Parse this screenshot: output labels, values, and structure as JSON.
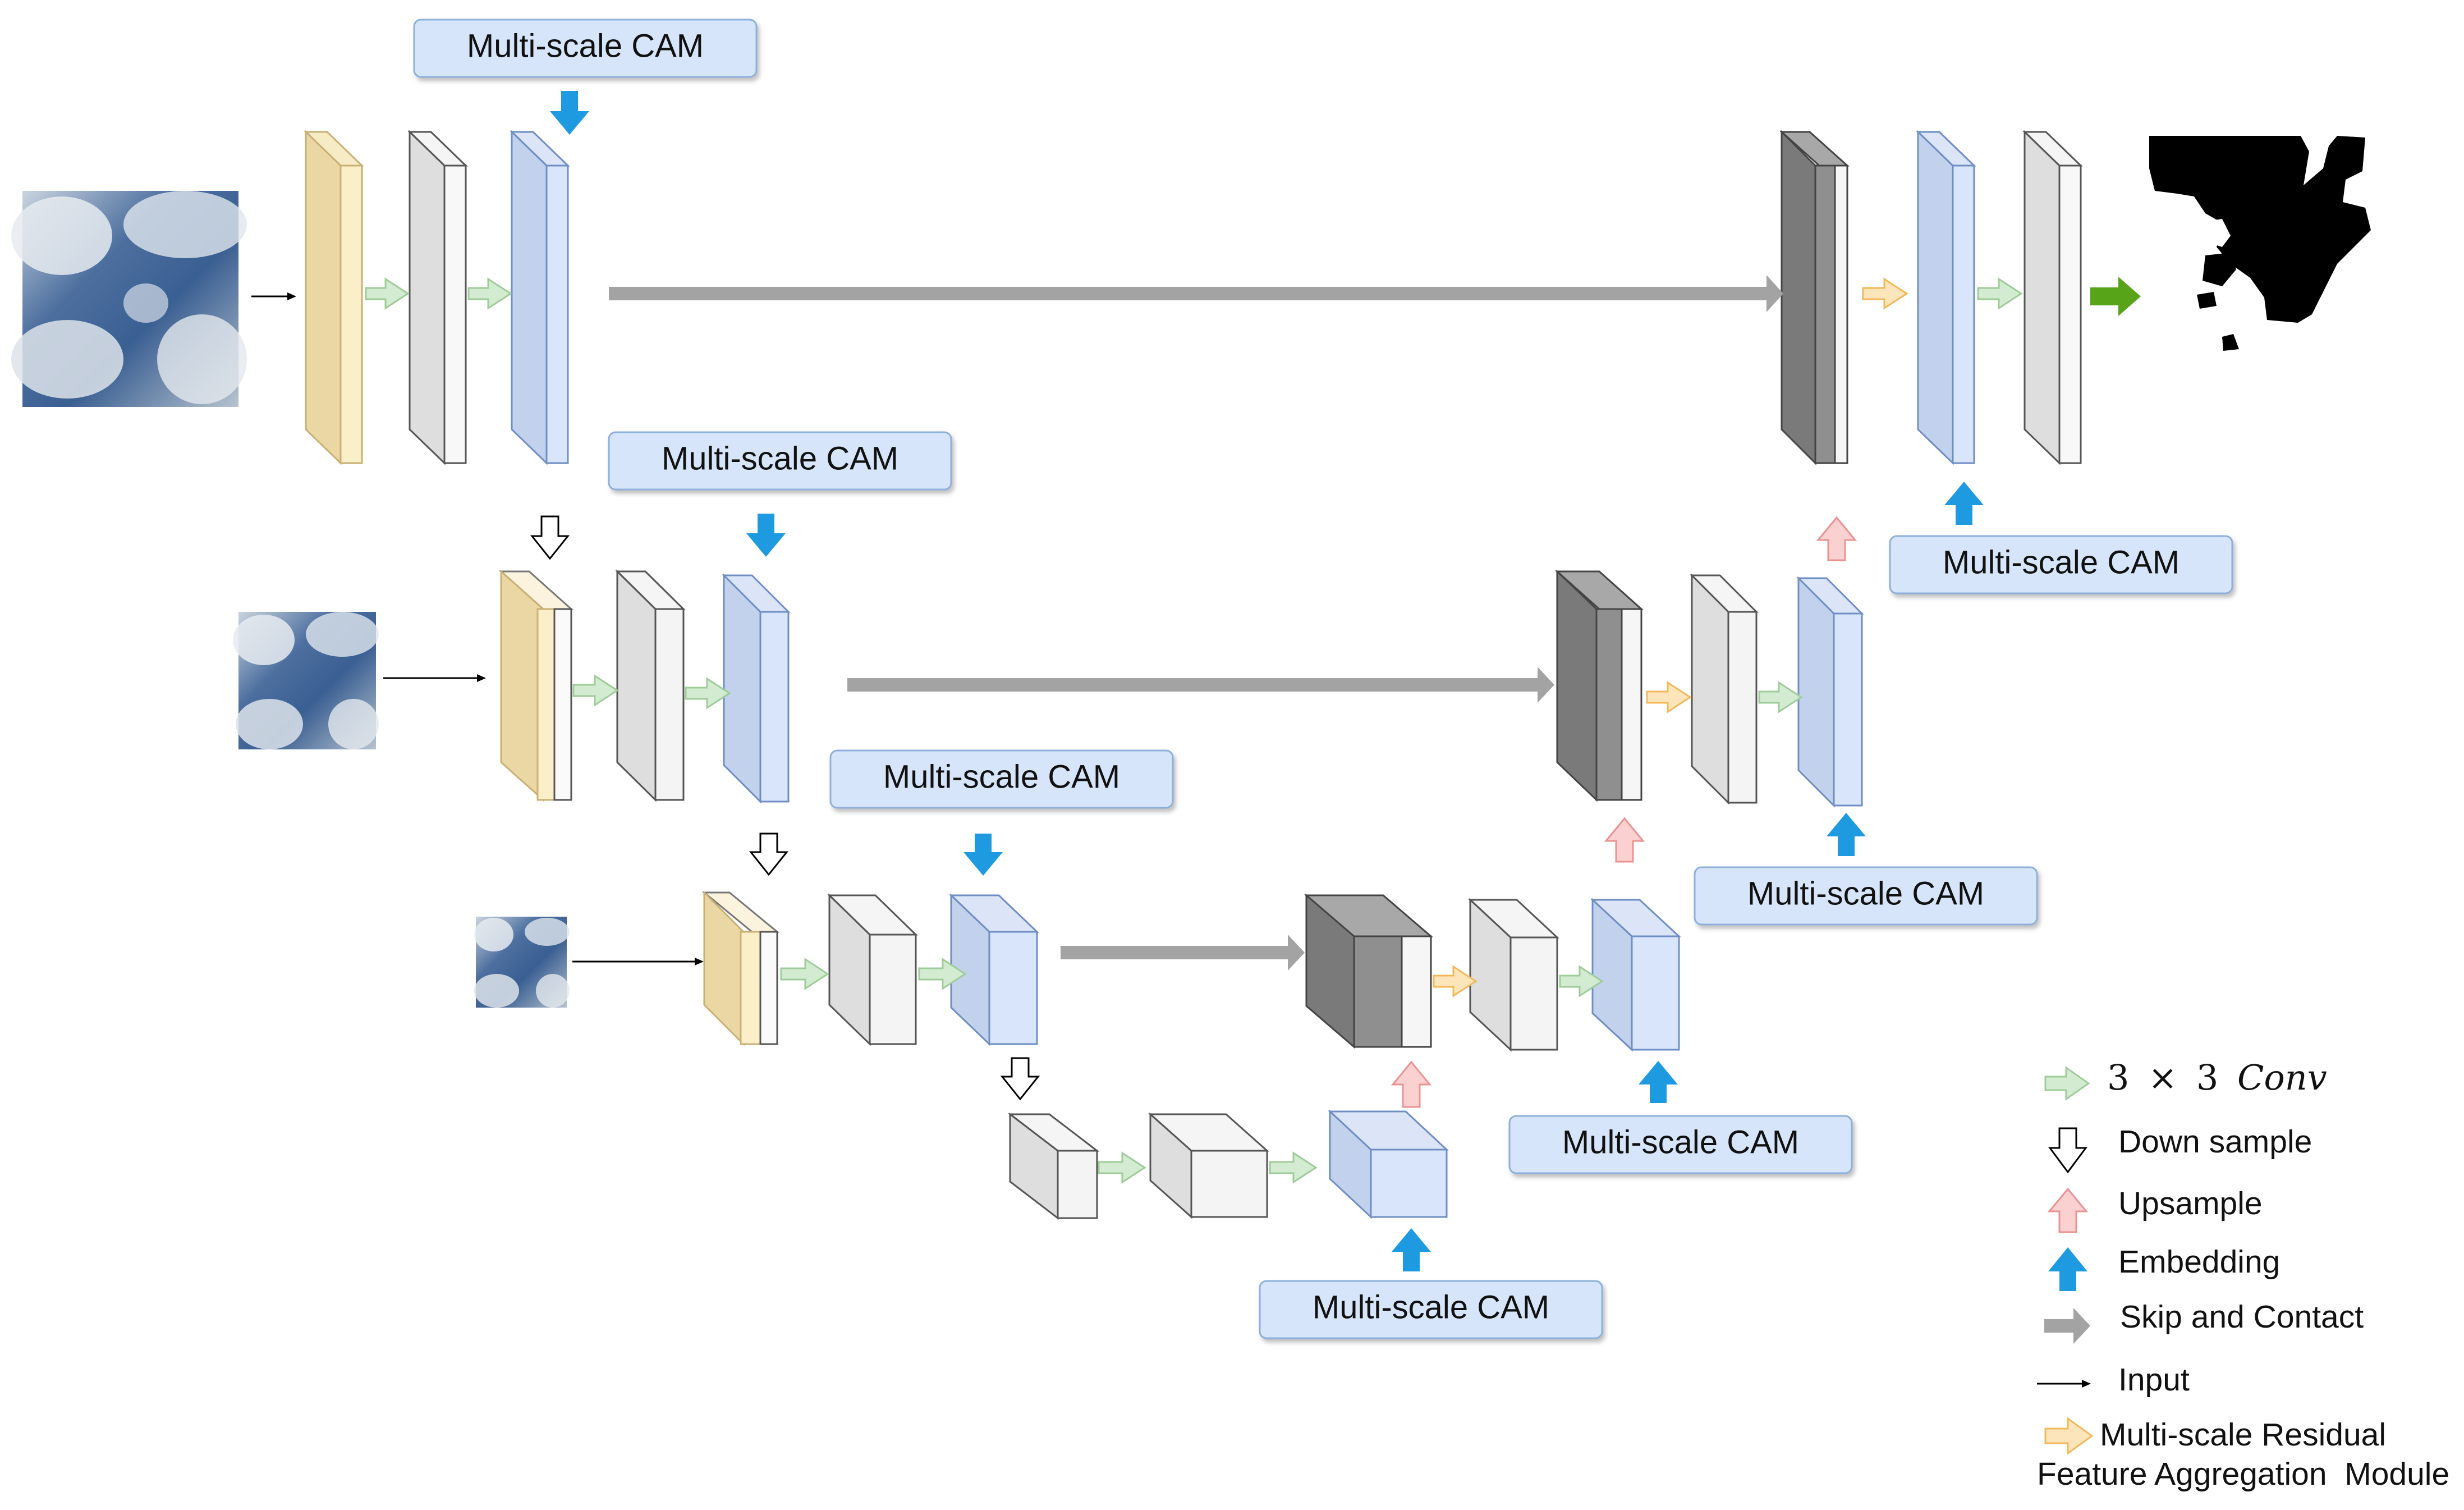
{
  "diagram": {
    "cam_label": "Multi-scale CAM",
    "legend": {
      "conv_a": "3",
      "conv_times": "×",
      "conv_b": "3",
      "conv_op": "Conv",
      "down": "Down sample",
      "up": "Upsample",
      "embed": "Embedding",
      "skip": "Skip and Contact",
      "input": "Input",
      "msrfa_line1": "Multi-scale Residual",
      "msrfa_line2": "Feature Aggregation  Module"
    },
    "colors": {
      "cam_fill": "#d6e5f9",
      "cam_stroke": "#8fb0dc",
      "embed_arrow": "#1e9be0",
      "conv_arrow": "#cfe9cc",
      "upsample_arrow": "#f6c2c2",
      "msrfa_arrow": "#fde0b0",
      "skip_arrow": "#a3a3a3",
      "output_arrow": "#57a418",
      "yellow_block": "#f0ddad",
      "blue_block": "#c9d8f3",
      "gray_block": "#efefef",
      "dark_block": "#8c8c8c"
    }
  }
}
